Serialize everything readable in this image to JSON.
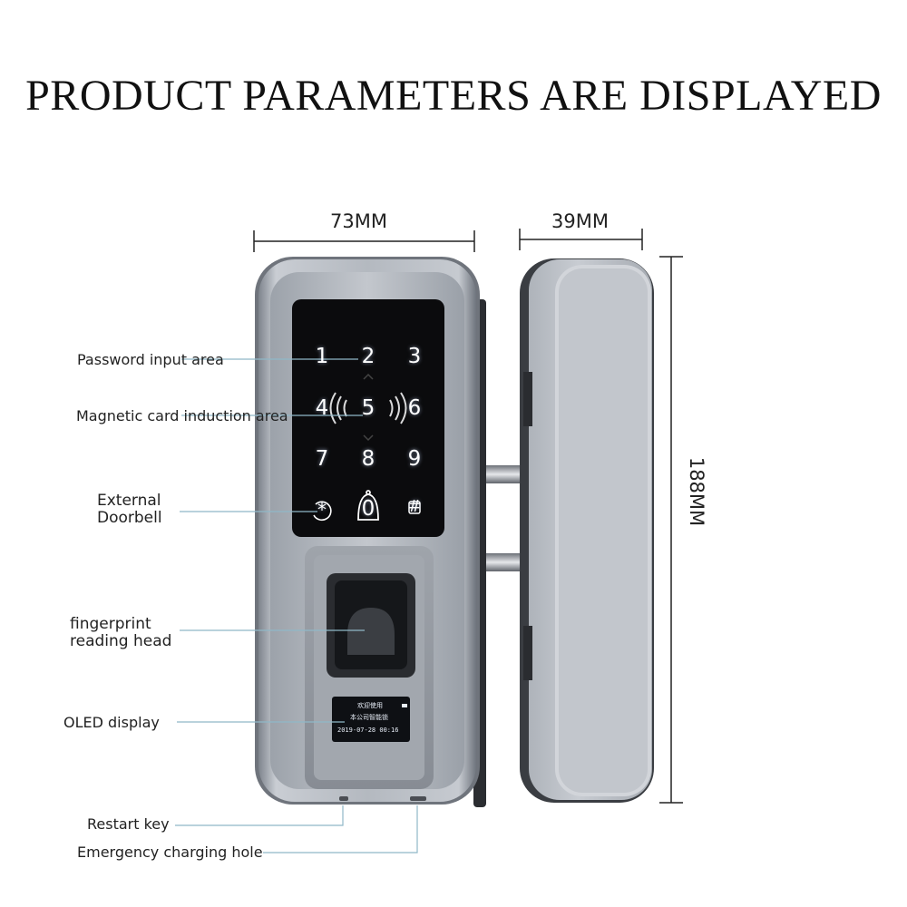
{
  "title": "PRODUCT PARAMETERS ARE DISPLAYED",
  "dimensions": {
    "width_front": "73MM",
    "width_side": "39MM",
    "height": "188MM"
  },
  "callouts": {
    "password": "Password input area",
    "card": "Magnetic card induction area",
    "doorbell_line1": "External",
    "doorbell_line2": "Doorbell",
    "fingerprint_line1": "fingerprint",
    "fingerprint_line2": "reading head",
    "oled": "OLED display",
    "restart": "Restart key",
    "charging": "Emergency charging hole"
  },
  "keypad": {
    "row1": [
      "1",
      "2",
      "3"
    ],
    "row2": [
      "4",
      "5",
      "6"
    ],
    "row3": [
      "7",
      "8",
      "9"
    ],
    "row4": [
      "*",
      "0",
      "#"
    ]
  },
  "oled": {
    "line1": "欢迎使用",
    "line2": "本公司智能锁",
    "line3": "2019-07-28 00:16"
  },
  "colors": {
    "body_silver": "#a9aeb6",
    "callout_line": "#8fb8c8",
    "keypad_glass": "#0b0b0d"
  }
}
